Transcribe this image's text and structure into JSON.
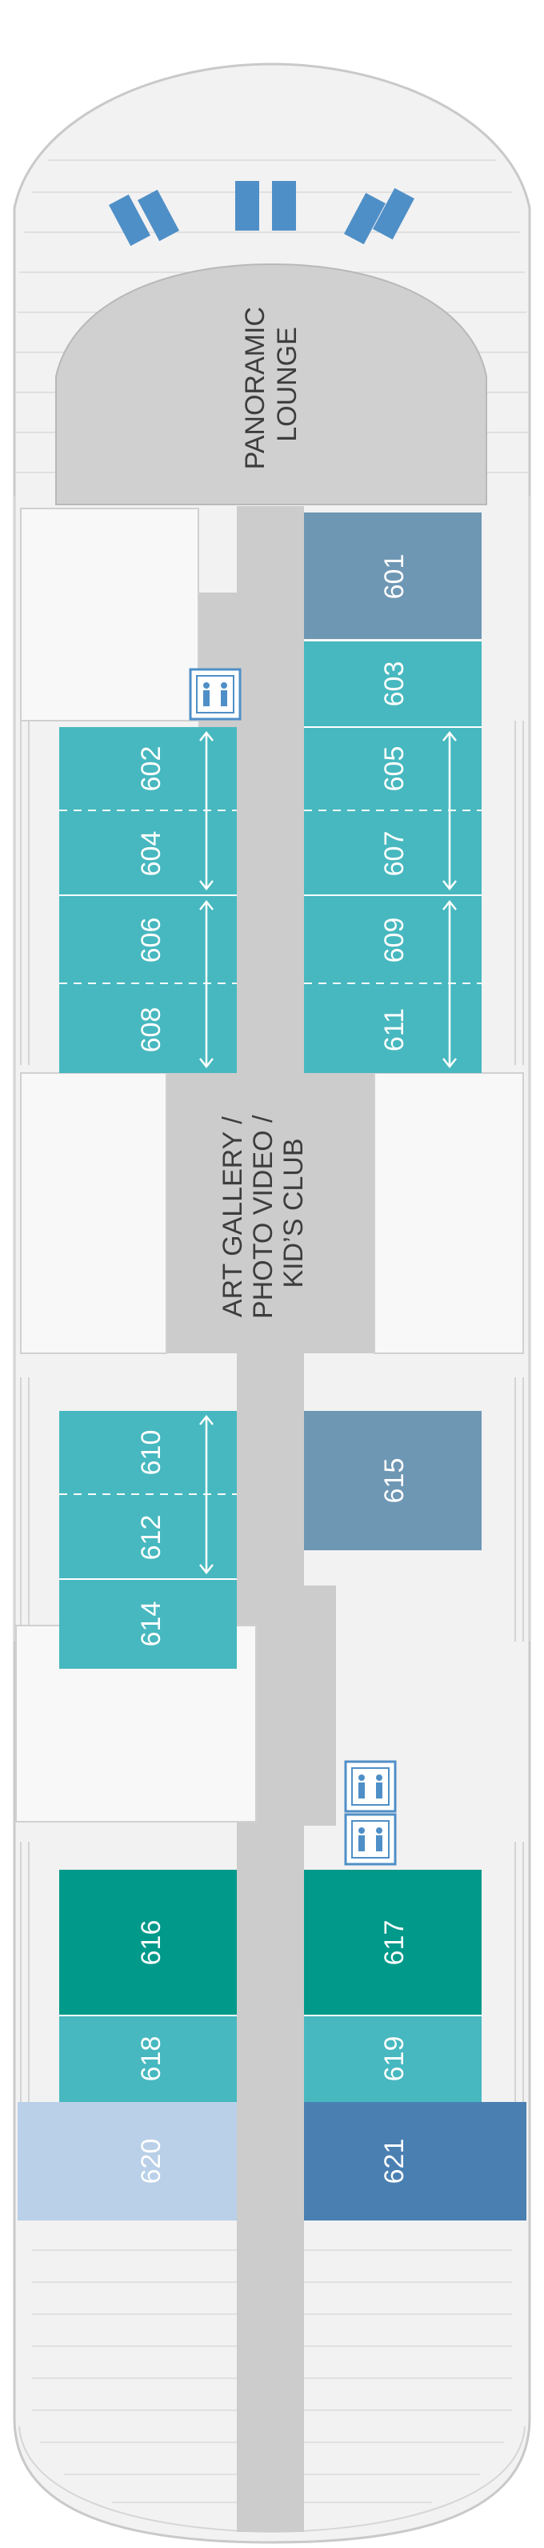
{
  "areas": {
    "panoramic_lounge": [
      "PANORAMIC",
      "LOUNGE"
    ],
    "art_gallery": [
      "ART GALLERY /",
      "PHOTO VIDEO /",
      "KID’S CLUB"
    ]
  },
  "cabins": {
    "601": "601",
    "602": "602",
    "603": "603",
    "604": "604",
    "605": "605",
    "606": "606",
    "607": "607",
    "608": "608",
    "609": "609",
    "610": "610",
    "611": "611",
    "612": "612",
    "614": "614",
    "615": "615",
    "616": "616",
    "617": "617",
    "618": "618",
    "619": "619",
    "620": "620",
    "621": "621"
  },
  "colors": {
    "hull": "#f2f2f2",
    "hull_outline": "#c9c9c9",
    "corridor": "#cccccc",
    "lounge": "#d0d0d0",
    "cabin_blue_grey": "#6e97b4",
    "cabin_teal": "#47b8bf",
    "cabin_dark_teal": "#00998a",
    "cabin_light_blue": "#b9d0e8",
    "cabin_steel_blue": "#4a7fb2",
    "icons": "#4f8fc7"
  },
  "icons": [
    "elevator-icon",
    "deck-chair-icon",
    "double-headed-arrow-icon"
  ]
}
